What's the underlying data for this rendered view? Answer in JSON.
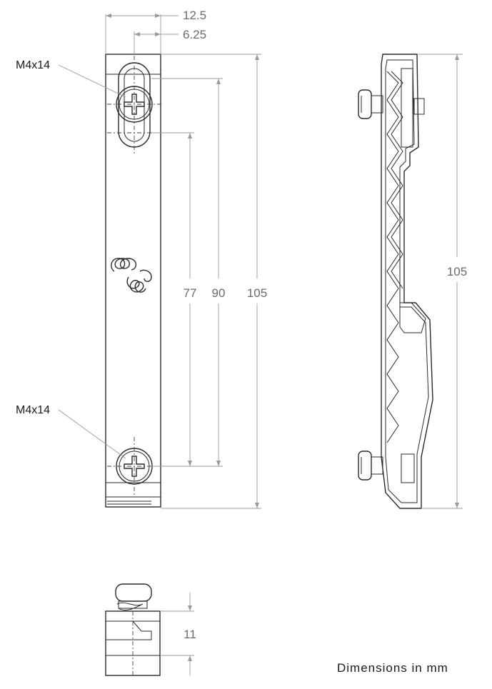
{
  "front_view": {
    "width_dimension": "12.5",
    "half_width_dimension": "6.25",
    "screw_top_label": "M4x14",
    "screw_bottom_label": "M4x14",
    "dimension_77": "77",
    "dimension_90": "90",
    "dimension_105": "105"
  },
  "side_view": {
    "height_dimension": "105"
  },
  "bottom_view": {
    "height_dimension": "11"
  },
  "note": "Dimensions in mm"
}
